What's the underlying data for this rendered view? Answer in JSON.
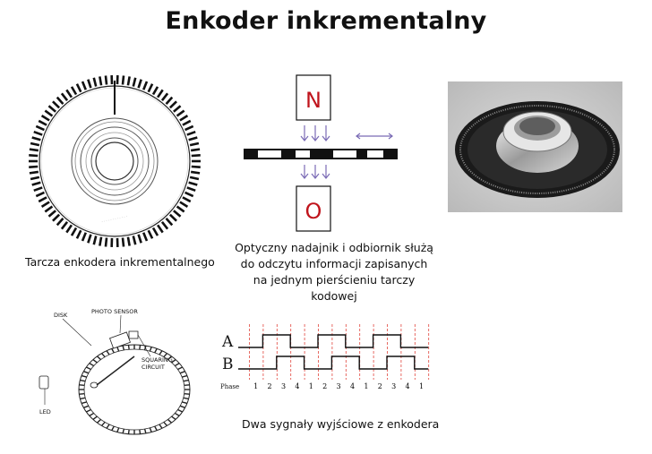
{
  "title": "Enkoder inkrementalny",
  "captions": {
    "disk": "Tarcza enkodera inkrementalnego",
    "optical": [
      "Optyczny nadajnik i odbiornik służą",
      "do odczytu informacji zapisanych",
      "na jednym pierścieniu tarczy",
      "kodowej"
    ],
    "signals": "Dwa sygnały wyjściowe z enkodera"
  },
  "magnet": {
    "top": "N",
    "bottom": "O",
    "top_color": "#c0141c",
    "bottom_color": "#c0141c",
    "arrow_color": "#7a6bb5"
  },
  "schematic": {
    "disk": "DISK",
    "photo_sensor": "PHOTO SENSOR",
    "squaring": "SQUARING",
    "circuit": "CIRCUIT",
    "led": "LED"
  },
  "signals": {
    "channel_a": "A",
    "channel_b": "B",
    "phase_label": "Phase",
    "phases": [
      "1",
      "2",
      "3",
      "4",
      "1",
      "2",
      "3",
      "4",
      "1",
      "2",
      "3",
      "4",
      "1"
    ]
  }
}
